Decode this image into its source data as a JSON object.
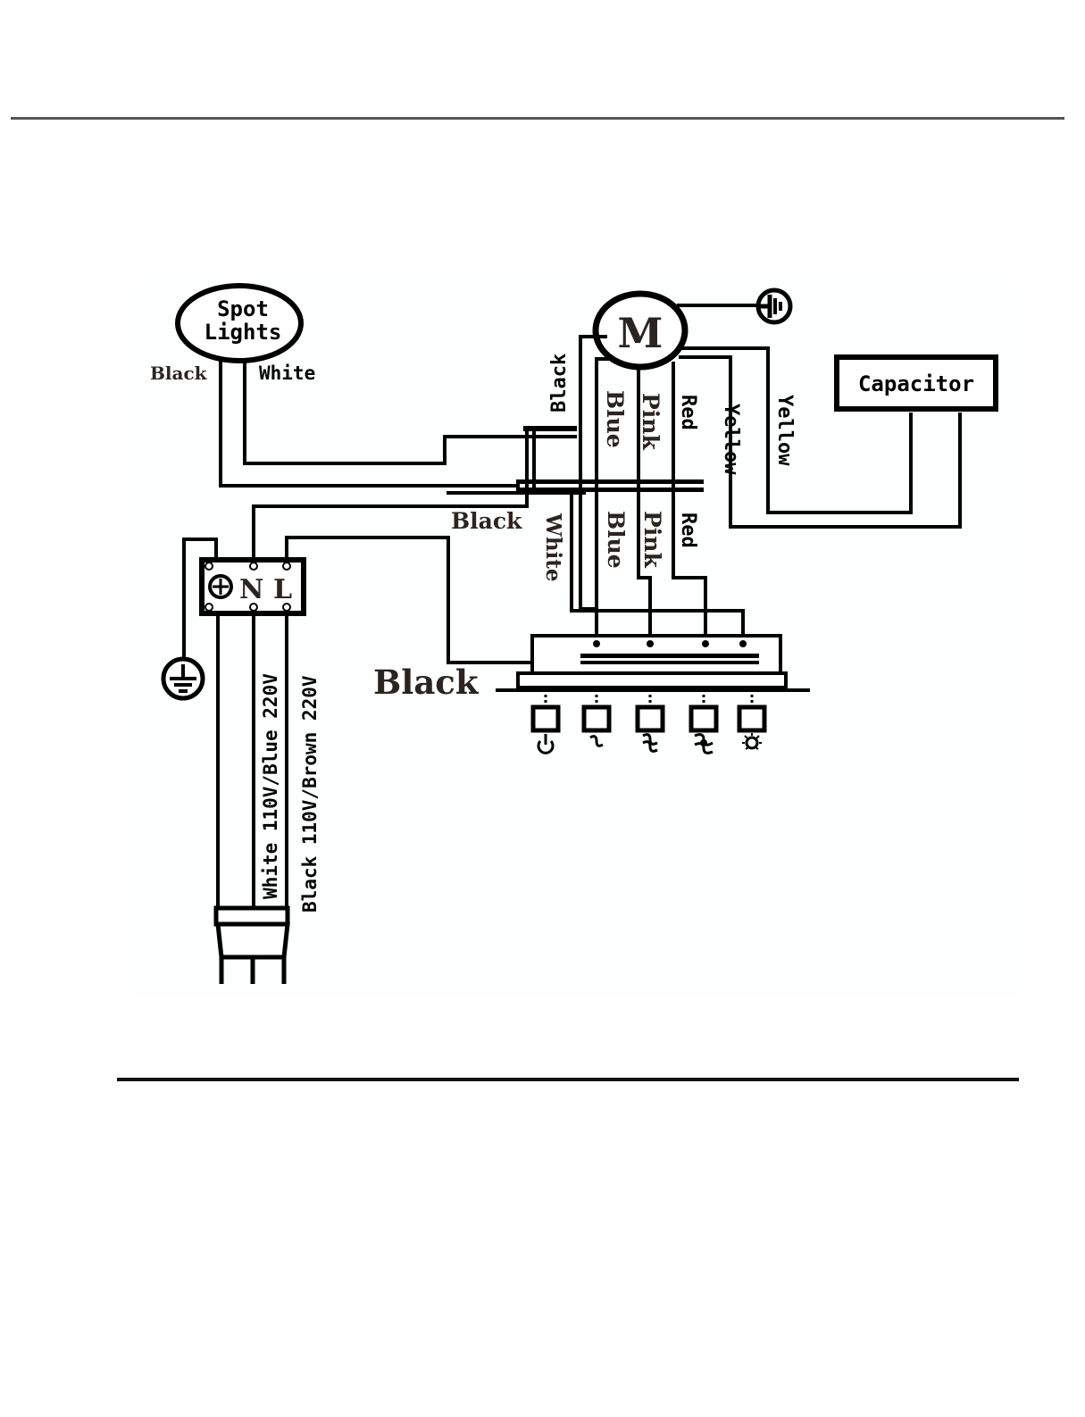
{
  "diagram": {
    "spot_lights": {
      "line1": "Spot",
      "line2": "Lights"
    },
    "motor": "M",
    "capacitor": "Capacitor",
    "terminal_block": {
      "n": "N",
      "l": "L"
    },
    "labels": {
      "spot_black": "Black",
      "spot_white": "White",
      "motor_black": "Black",
      "motor_blue": "Blue",
      "motor_pink": "Pink",
      "motor_red": "Red",
      "motor_yellow": "Yellow",
      "cap_yellow": "Yellow",
      "mid_black": "Black",
      "sw_white": "White",
      "sw_blue": "Blue",
      "sw_pink": "Pink",
      "sw_red": "Red",
      "switch_black": "Black",
      "cord_white": "White 110V/Blue 220V",
      "cord_black": "Black 110V/Brown 220V"
    },
    "switch_icons": [
      "power-icon",
      "fan-low-icon",
      "fan-medium-icon",
      "fan-high-icon",
      "light-icon"
    ]
  }
}
